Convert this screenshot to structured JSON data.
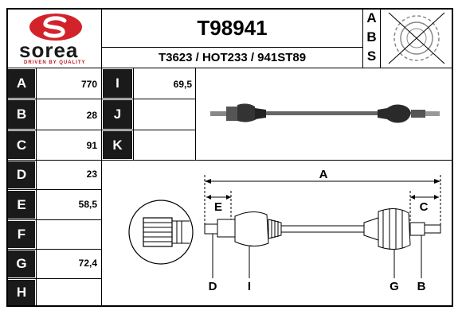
{
  "brand": {
    "name": "sorea",
    "tagline": "DRIVEN BY QUALITY",
    "accent_color": "#d2232a"
  },
  "header": {
    "part_number": "T98941",
    "cross_references": "T3623 / HOT233 / 941ST89",
    "abs_letters": [
      "A",
      "B",
      "S"
    ]
  },
  "specs": [
    {
      "key": "A",
      "value": "770"
    },
    {
      "key": "B",
      "value": "28"
    },
    {
      "key": "C",
      "value": "91"
    },
    {
      "key": "D",
      "value": "23"
    },
    {
      "key": "E",
      "value": "58,5"
    },
    {
      "key": "F",
      "value": ""
    },
    {
      "key": "G",
      "value": "72,4"
    },
    {
      "key": "H",
      "value": ""
    }
  ],
  "specs_right": [
    {
      "key": "I",
      "value": "69,5"
    },
    {
      "key": "J",
      "value": ""
    },
    {
      "key": "K",
      "value": ""
    }
  ],
  "diagram_labels": {
    "A": "A",
    "E": "E",
    "C": "C",
    "D": "D",
    "I": "I",
    "G": "G",
    "B": "B"
  },
  "icons": [
    "sorea-logo",
    "no-abs-ring-icon",
    "shaft-photo",
    "spline-detail-icon"
  ]
}
